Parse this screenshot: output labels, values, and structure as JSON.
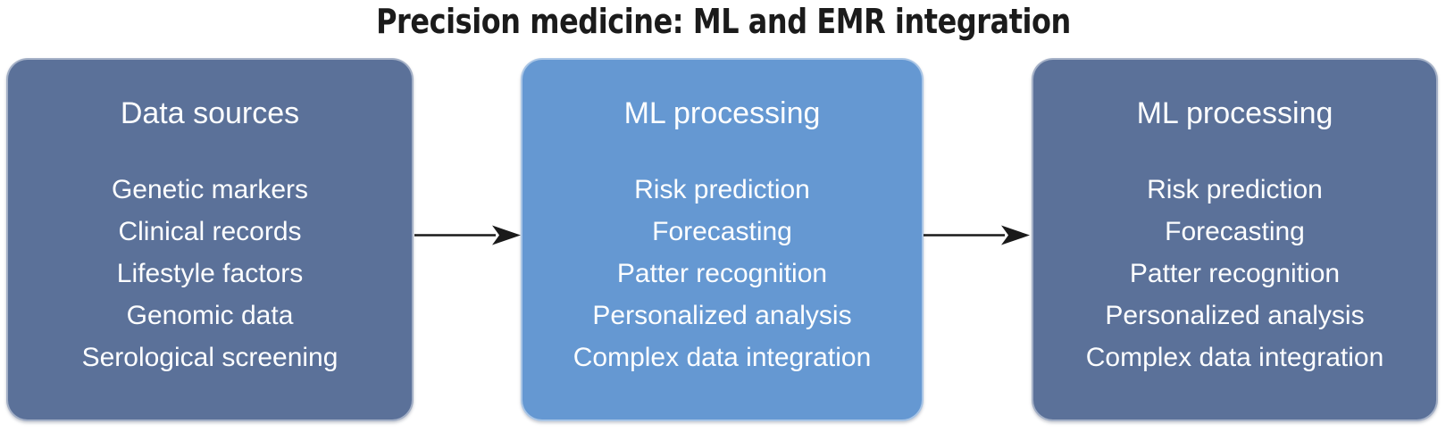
{
  "title": "Precision medicine: ML and EMR integration",
  "colors": {
    "background": "#ffffff",
    "title_text": "#1b1b1b",
    "dark_box_fill": "#5b7199",
    "light_box_fill": "#6598d2",
    "box_text": "#fdfeff",
    "arrow": "#1a1a1a"
  },
  "boxes": [
    {
      "heading": "Data sources",
      "variant": "dark",
      "items": [
        "Genetic markers",
        "Clinical records",
        "Lifestyle factors",
        "Genomic data",
        "Serological screening"
      ]
    },
    {
      "heading": "ML processing",
      "variant": "light",
      "items": [
        "Risk prediction",
        "Forecasting",
        "Patter recognition",
        "Personalized analysis",
        "Complex data integration"
      ]
    },
    {
      "heading": "ML processing",
      "variant": "dark",
      "items": [
        "Risk prediction",
        "Forecasting",
        "Patter recognition",
        "Personalized analysis",
        "Complex data integration"
      ]
    }
  ],
  "connectors": [
    {
      "from": "Data sources",
      "to": "ML processing",
      "direction": "right"
    },
    {
      "from": "ML processing",
      "to": "ML processing",
      "direction": "right"
    }
  ]
}
